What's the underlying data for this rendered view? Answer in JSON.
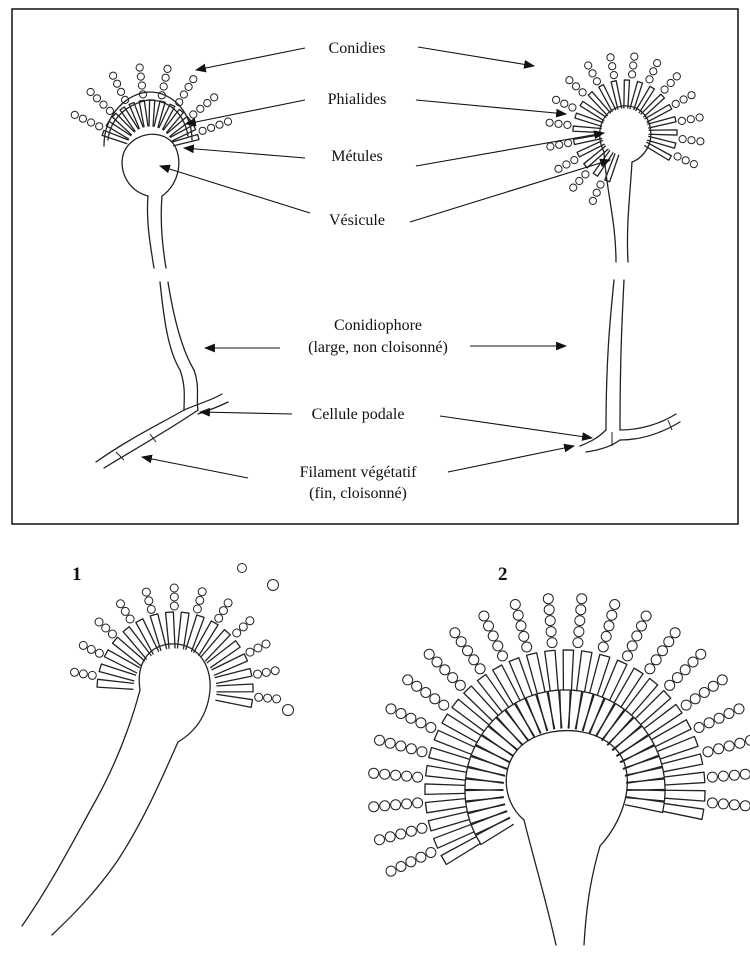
{
  "labels": {
    "conidies": "Conidies",
    "phialides": "Phialides",
    "metules": "Métules",
    "vesicule": "Vésicule",
    "conidiophore_line1": "Conidiophore",
    "conidiophore_line2": "(large, non cloisonné)",
    "cellule_podale": "Cellule podale",
    "filament_line1": "Filament végétatif",
    "filament_line2": "(fin, cloisonné)"
  },
  "panels": {
    "panel1_number": "1",
    "panel2_number": "2"
  }
}
